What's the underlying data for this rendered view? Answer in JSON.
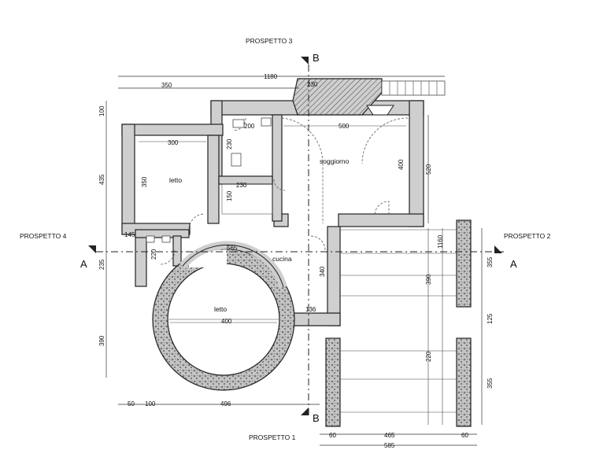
{
  "labels": {
    "prospetto_1": "PROSPETTO 1",
    "prospetto_2": "PROSPETTO 2",
    "prospetto_3": "PROSPETTO 3",
    "prospetto_4": "PROSPETTO 4",
    "section_a": "A",
    "section_b": "B"
  },
  "rooms": {
    "letto_top": "letto",
    "soggiorno": "soggiorno",
    "cucina": "cucina",
    "letto_round": "letto"
  },
  "dimensions": {
    "top_total": "1180",
    "top_left": "350",
    "top_right": "230",
    "bath_width": "200",
    "soggiorno_width": "500",
    "letto_width": "300",
    "bath_height": "230",
    "hall_width": "230",
    "hall_height": "150",
    "letto_height": "350",
    "soggiorno_height": "400",
    "right_520": "520",
    "wc_width": "145",
    "small_220": "220",
    "corridor_565": "565",
    "cucina_340": "340",
    "round_400": "400",
    "step_136": "136",
    "left_100": "100",
    "left_435": "435",
    "left_235": "235",
    "left_390": "390",
    "bottom_50": "50",
    "bottom_100": "100",
    "bottom_496": "496",
    "pergola_1160": "1160",
    "pergola_390": "390",
    "pergola_220": "220",
    "far_355a": "355",
    "far_125": "125",
    "far_355b": "355",
    "bottom_60a": "60",
    "bottom_465": "465",
    "bottom_60b": "60",
    "bottom_585": "585"
  },
  "colors": {
    "wall_fill": "#cfcfcf",
    "line": "#222222",
    "background": "#ffffff"
  }
}
